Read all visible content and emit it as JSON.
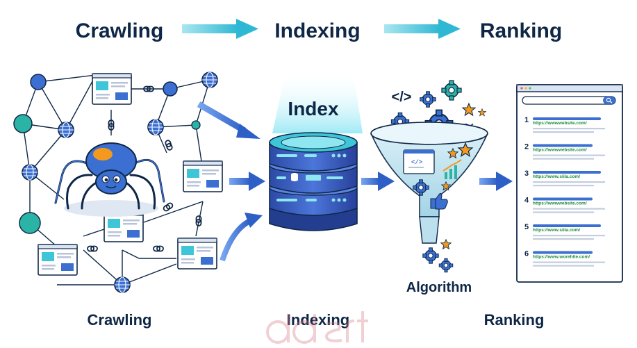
{
  "header": {
    "step1": "Crawling",
    "step2": "Indexing",
    "step3": "Ranking"
  },
  "center": {
    "index_label": "Index",
    "algorithm_label": "Algorithm",
    "code_glyph": "</>",
    "percent_glyph": "%"
  },
  "footer": {
    "step1": "Crawling",
    "step2": "Indexing",
    "step3": "Ranking"
  },
  "results": [
    {
      "rank": "1",
      "url": "https://wwwwebsite.com/"
    },
    {
      "rank": "2",
      "url": "https://wwwwebsite.com/"
    },
    {
      "rank": "3",
      "url": "https://www.siila.com/"
    },
    {
      "rank": "4",
      "url": "https://wwwwebsite.com/"
    },
    {
      "rank": "5",
      "url": "https://www.siila.com/"
    },
    {
      "rank": "6",
      "url": "https://www.worehite.com/"
    }
  ],
  "colors": {
    "navy": "#0f2747",
    "blue": "#3b6fd1",
    "cyan": "#3ec6d8",
    "teal": "#2bb3a6",
    "orange": "#f39a1e",
    "link_green": "#1f8a3a",
    "watermark": "#d77a82"
  },
  "icons": [
    "spider-icon",
    "globe-icon",
    "webpage-icon",
    "chain-link-icon",
    "database-icon",
    "funnel-icon",
    "gear-icon",
    "star-icon",
    "thumbs-up-icon",
    "bar-chart-icon",
    "search-icon"
  ]
}
